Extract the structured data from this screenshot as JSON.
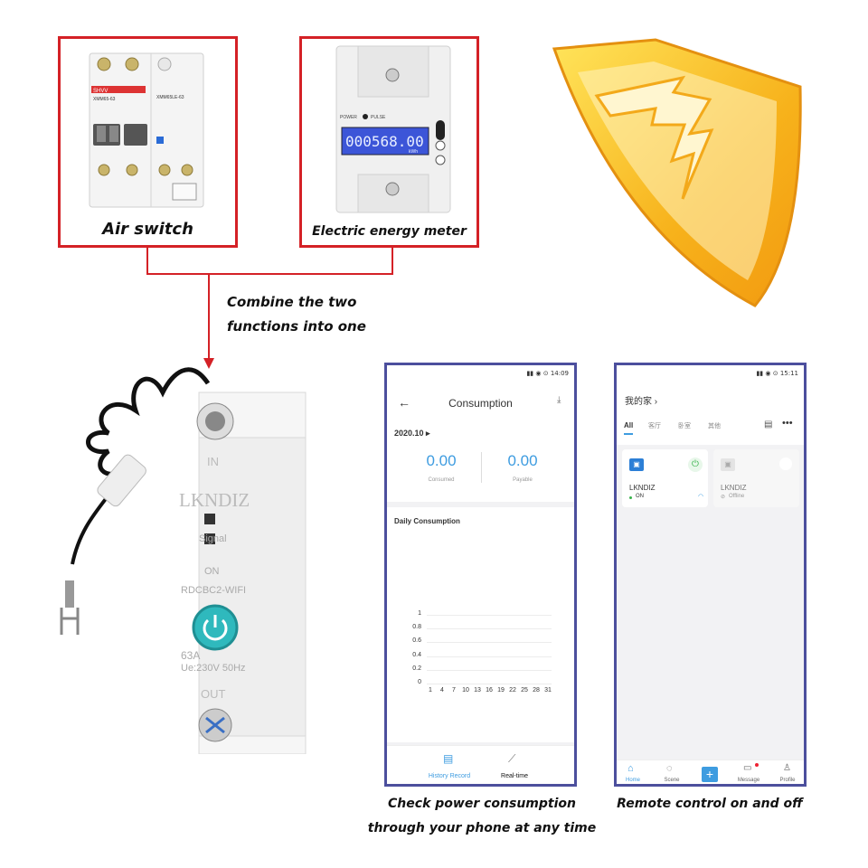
{
  "captions": {
    "air_switch": "Air switch",
    "energy_meter": "Electric energy meter",
    "combine_line1": "Combine the two",
    "combine_line2": "functions into one",
    "check_line1": "Check power consumption",
    "check_line2": "through your phone at any time",
    "remote": "Remote control on and off"
  },
  "air_switch_product": {
    "brand": "SHVV",
    "model": "XMM65-63",
    "model2": "XMM65LE-63"
  },
  "meter_product": {
    "display": "000568.00",
    "power_label": "POWER",
    "pulse_label": "PULSE",
    "unit_kwh": "kWh"
  },
  "device": {
    "brand": "LKNDIZ",
    "in_label": "IN",
    "signal_label": "Signal",
    "on_label": "ON",
    "model": "RDCBC2-WIFI",
    "rating": "63A",
    "voltage": "Ue:230V 50Hz",
    "out_label": "OUT"
  },
  "phone1": {
    "time": "14:09",
    "title": "Consumption",
    "month": "2020.10 ▸",
    "consumed_value": "0.00",
    "consumed_label": "Consumed",
    "payable_value": "0.00",
    "payable_label": "Payable",
    "daily_title": "Daily Consumption",
    "tab_history": "History Record",
    "tab_realtime": "Real-time",
    "accent": "#3e9ce0"
  },
  "chart_data": {
    "type": "line",
    "title": "Daily Consumption",
    "xlabel": "",
    "ylabel": "",
    "x": [
      "1",
      "4",
      "7",
      "10",
      "13",
      "16",
      "19",
      "22",
      "25",
      "28",
      "31"
    ],
    "yticks": [
      "0",
      "0.2",
      "0.4",
      "0.6",
      "0.8",
      "1"
    ],
    "ylim": [
      0,
      1
    ],
    "series": [
      {
        "values": []
      }
    ],
    "grid": true
  },
  "phone2": {
    "time": "15:11",
    "home_title": "我的家 ›",
    "tabs": [
      "All",
      "客厅",
      "卧室",
      "其他"
    ],
    "device1_name": "LKNDIZ",
    "device1_status": "ON",
    "device2_name": "LKNDIZ",
    "device2_status": "Offline",
    "nav": [
      "Home",
      "Scene",
      "+",
      "Message",
      "Profile"
    ],
    "accent": "#3e9ce0"
  },
  "colors": {
    "red_frame": "#d42126",
    "phone_frame": "#4c4f9d",
    "shield_gold": "#f7b21b",
    "teal_button": "#2fb9bd"
  }
}
